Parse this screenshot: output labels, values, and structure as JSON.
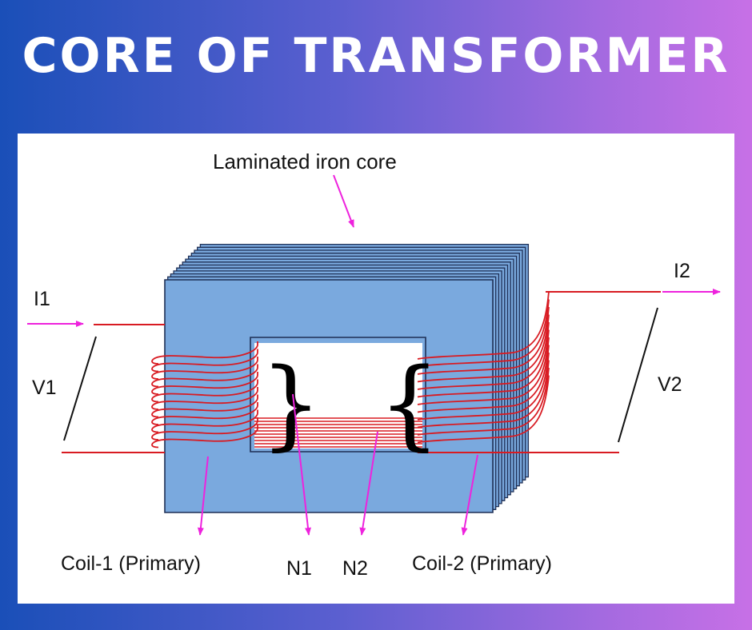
{
  "title": "CORE OF TRANSFORMER",
  "diagram": {
    "core_label": "Laminated iron core",
    "i1": "I1",
    "i2": "I2",
    "v1": "V1",
    "v2": "V2",
    "coil1_label": "Coil-1 (Primary)",
    "n1": "N1",
    "n2": "N2",
    "coil2_label": "Coil-2 (Primary)"
  },
  "colors": {
    "core_fill": "#7aa9de",
    "core_stroke": "#1e2f55",
    "wire": "#d81b22",
    "arrow": "#ee22dd"
  }
}
